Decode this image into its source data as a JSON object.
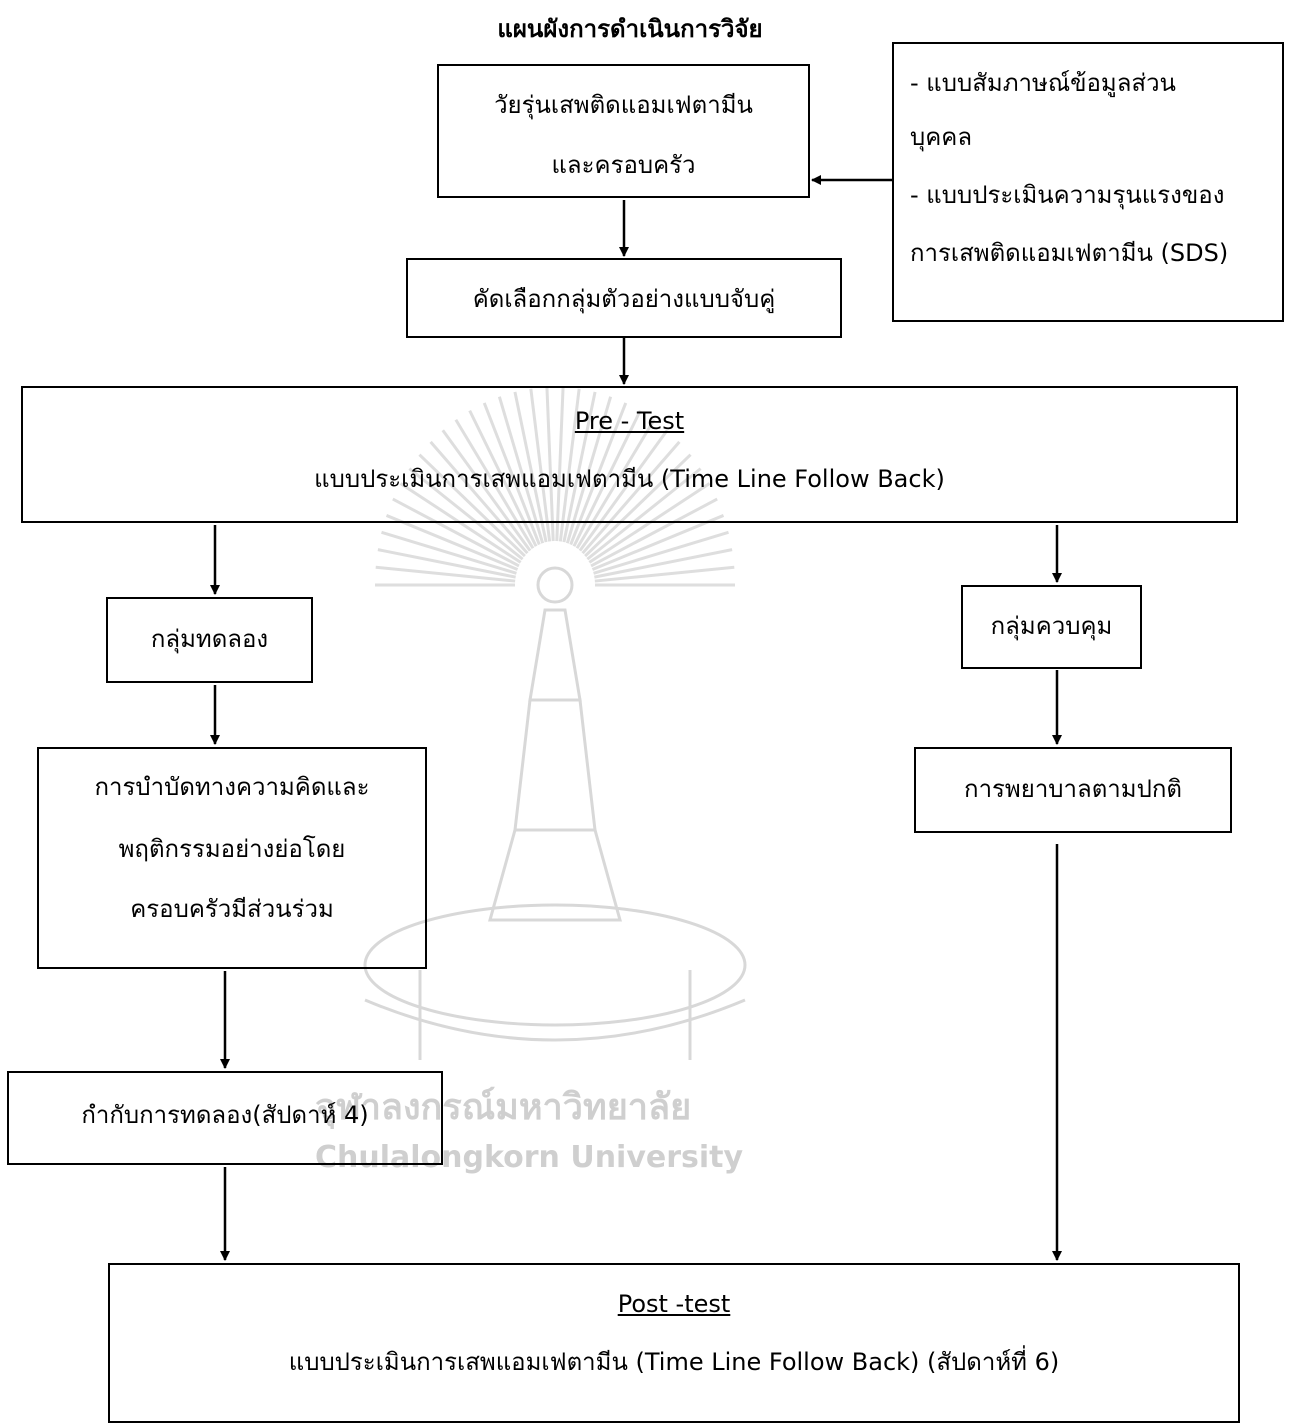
{
  "title": "แผนผังการดำเนินการวิจัย",
  "boxes": {
    "population_line1": "วัยรุ่นเสพติดแอมเฟตามีน",
    "population_line2": "และครอบครัว",
    "tools_line1": "- แบบสัมภาษณ์ข้อมูลส่วน",
    "tools_line2": "บุคคล",
    "tools_line3": "- แบบประเมินความรุนแรงของ",
    "tools_line4": "การเสพติดแอมเฟตามีน (SDS)",
    "selection": "คัดเลือกกลุ่มตัวอย่างแบบจับคู่",
    "pretest_heading": "Pre - Test",
    "pretest_text": "แบบประเมินการเสพแอมเฟตามีน (Time Line Follow Back)",
    "experimental_group": "กลุ่มทดลอง",
    "control_group": "กลุ่มควบคุม",
    "intervention_line1": "การบำบัดทางความคิดและ",
    "intervention_line2": "พฤติกรรมอย่างย่อโดย",
    "intervention_line3": "ครอบครัวมีส่วนร่วม",
    "usual_care": "การพยาบาลตามปกติ",
    "manipulation_check": "กำกับการทดลอง(สัปดาห์ 4)",
    "posttest_heading": "Post -test",
    "posttest_text": "แบบประเมินการเสพแอมเฟตามีน (Time Line Follow Back) (สัปดาห์ที่ 6)"
  },
  "watermark": {
    "thai_name": "จุฬาลงกรณ์มหาวิทยาลัย",
    "english_name": "Chulalongkorn University"
  },
  "colors": {
    "line": "#000000",
    "watermark": "#cfcfcf"
  }
}
